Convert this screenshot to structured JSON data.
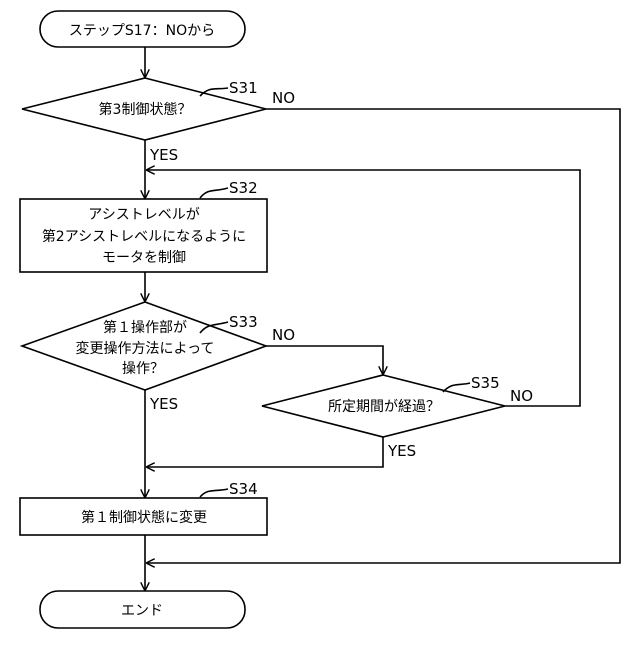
{
  "flowchart": {
    "start": "ステップS17：NOから",
    "s31": {
      "id": "S31",
      "text": "第3制御状態？"
    },
    "s32": {
      "id": "S32",
      "lines": [
        "アシストレベルが",
        "第2アシストレベルになるように",
        "モータを制御"
      ]
    },
    "s33": {
      "id": "S33",
      "lines": [
        "第１操作部が",
        "変更操作方法によって",
        "操作？"
      ]
    },
    "s35": {
      "id": "S35",
      "text": "所定期間が経過？"
    },
    "s34": {
      "id": "S34",
      "text": "第１制御状態に変更"
    },
    "end": "エンド",
    "labels": {
      "s31_no": "NO",
      "s31_yes": "YES",
      "s33_no": "NO",
      "s33_yes": "YES",
      "s35_no": "NO",
      "s35_yes": "YES"
    }
  }
}
